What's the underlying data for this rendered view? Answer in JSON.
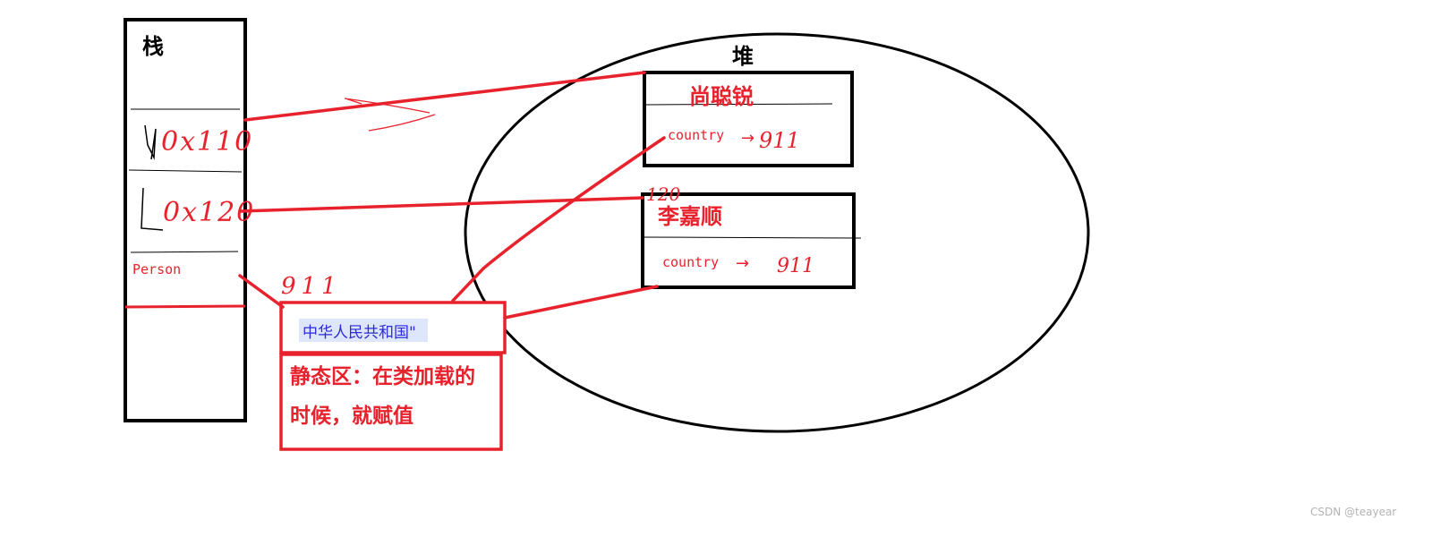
{
  "stack": {
    "title": "栈",
    "slots": [
      {
        "value": "0x110"
      },
      {
        "value": "0x120"
      },
      {
        "label": "Person"
      }
    ]
  },
  "heap": {
    "title": "堆",
    "objects": [
      {
        "name": "尚聪锐",
        "field": "country",
        "arrow": "→",
        "value": "911"
      },
      {
        "name": "李嘉顺",
        "field": "country",
        "arrow": "→",
        "value": "911"
      }
    ],
    "annotation_address": "120"
  },
  "static_area": {
    "value_text": "中华人民共和国\"",
    "address_note": "911",
    "description_line1": "静态区：在类加载的",
    "description_line2": "时候，就赋值"
  },
  "watermark": "CSDN @teayear",
  "colors": {
    "ink": "#000000",
    "accent": "#e8222c",
    "highlight_bg": "#dde6fb",
    "highlight_text": "#2b2bd6",
    "watermark": "#b3b3b3"
  }
}
